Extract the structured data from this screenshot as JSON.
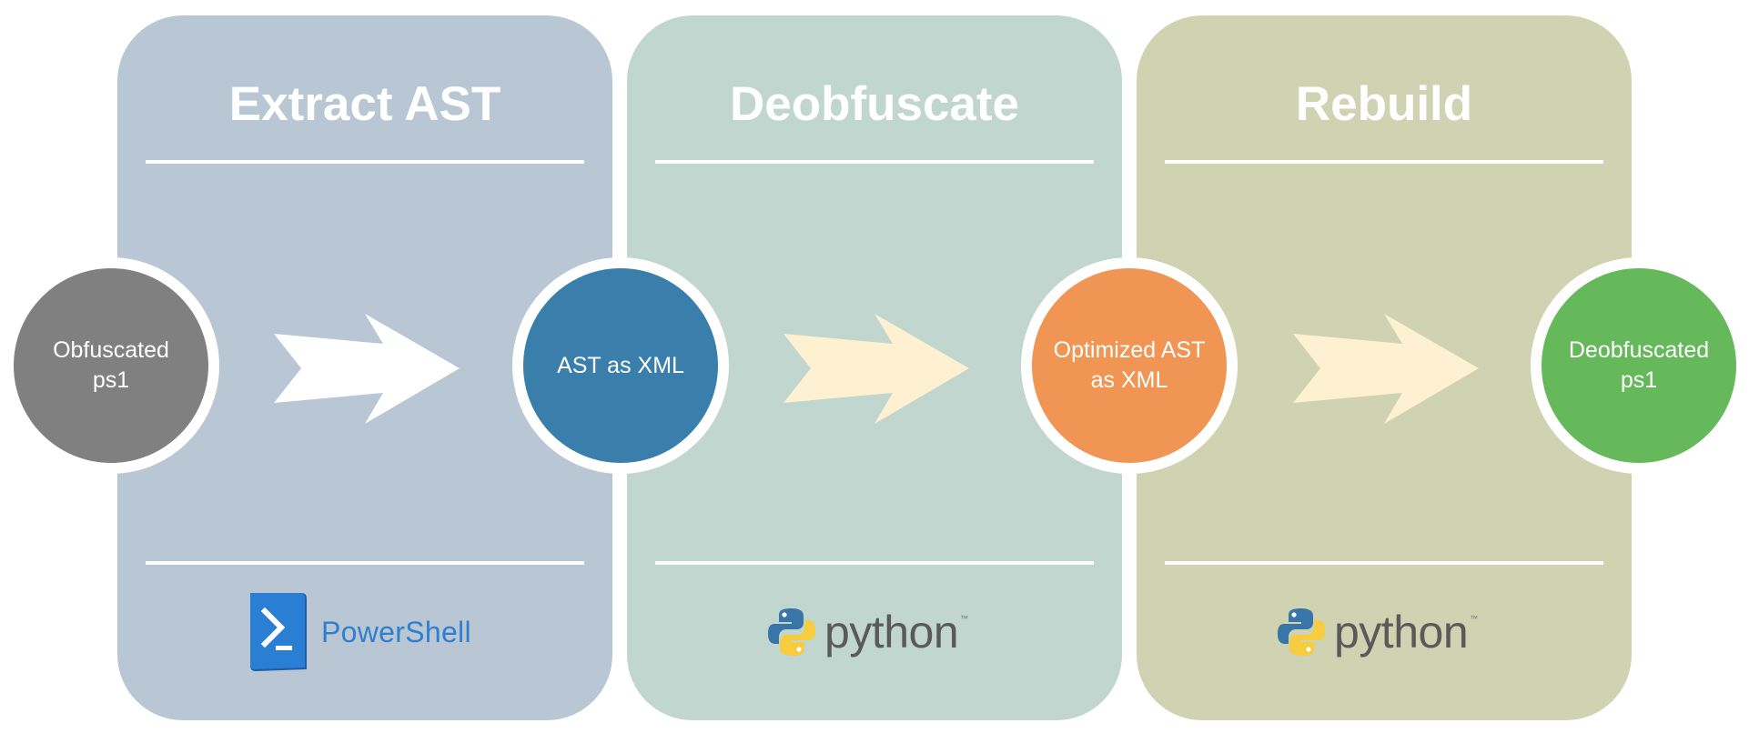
{
  "stages": [
    {
      "title": "Extract AST",
      "tool": "PowerShell",
      "tool_icon": "powershell-icon",
      "color": "#b8c7d3",
      "arrow_color": "#ffffff"
    },
    {
      "title": "Deobfuscate",
      "tool": "python",
      "tool_icon": "python-icon",
      "color": "#c1d6cf",
      "arrow_color": "#fdf1d1"
    },
    {
      "title": "Rebuild",
      "tool": "python",
      "tool_icon": "python-icon",
      "color": "#d0d3b1",
      "arrow_color": "#fdf1d1"
    }
  ],
  "nodes": [
    {
      "label": "Obfuscated\nps1",
      "color": "#808080"
    },
    {
      "label": "AST as XML",
      "color": "#3a7eab"
    },
    {
      "label": "Optimized AST\nas XML",
      "color": "#f09553"
    },
    {
      "label": "Deobfuscated\nps1",
      "color": "#66b95b"
    }
  ],
  "python_tm": "™"
}
